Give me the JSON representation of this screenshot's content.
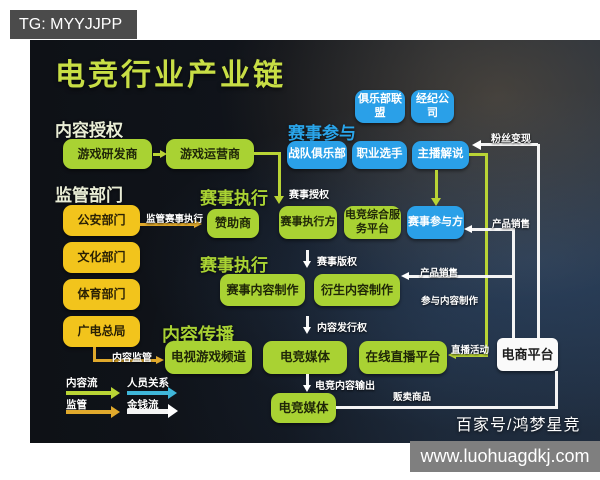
{
  "watermark_tg": "TG: MYYJJPP",
  "title": "电竞行业产业链",
  "headings": {
    "content_auth": "内容授权",
    "regulators": "监管部门",
    "event_participation": "赛事参与",
    "event_execution_1": "赛事执行",
    "event_execution_2": "赛事执行",
    "content_distribution": "内容传播"
  },
  "boxes": {
    "game_developer": "游戏研发商",
    "game_operator": "游戏运营商",
    "public_security": "公安部门",
    "culture_dept": "文化部门",
    "sports_dept": "体育部门",
    "broadcast_admin": "广电总局",
    "club_alliance": "俱乐部联盟",
    "agency_company": "经纪公司",
    "team_club": "战队俱乐部",
    "pro_player": "职业选手",
    "streamer_commentator": "主播解说",
    "sponsor": "赞助商",
    "event_executor": "赛事执行方",
    "esports_service_platform": "电竞综合服务平台",
    "event_participant": "赛事参与方",
    "event_content_production": "赛事内容制作",
    "derivative_content_production": "衍生内容制作",
    "tv_game_channel": "电视游戏频道",
    "esports_media": "电竞媒体",
    "online_streaming_platform": "在线直播平台",
    "ecommerce_platform": "电商平台",
    "esports_media_bottom": "电竞媒体"
  },
  "edge_labels": {
    "event_auth": "赛事授权",
    "regulate_event_execution": "监管赛事执行",
    "event_copyright": "赛事版权",
    "content_distribution_rights": "内容发行权",
    "content_regulation": "内容监管",
    "esports_content_output": "电竞内容输出",
    "sell_goods": "贩卖商品",
    "fan_monetization": "粉丝变现",
    "product_sales_1": "产品销售",
    "product_sales_2": "产品销售",
    "participate_content_production": "参与内容制作",
    "live_events": "直播活动"
  },
  "legend": {
    "content_flow": "内容流",
    "personnel_relation": "人员关系",
    "regulation": "监管",
    "money_flow": "金钱流"
  },
  "footer": {
    "credit": "百家号/鸿梦星竞",
    "url": "www.luohuagdkj.com"
  },
  "colors": {
    "box_green": "#a9d233",
    "box_yellow": "#f2c41c",
    "box_blue": "#2aa0e8",
    "arrow_green": "#b9d435",
    "arrow_cyan": "#3fb6d9",
    "arrow_yellow": "#e0a92c",
    "arrow_white": "#ffffff"
  }
}
